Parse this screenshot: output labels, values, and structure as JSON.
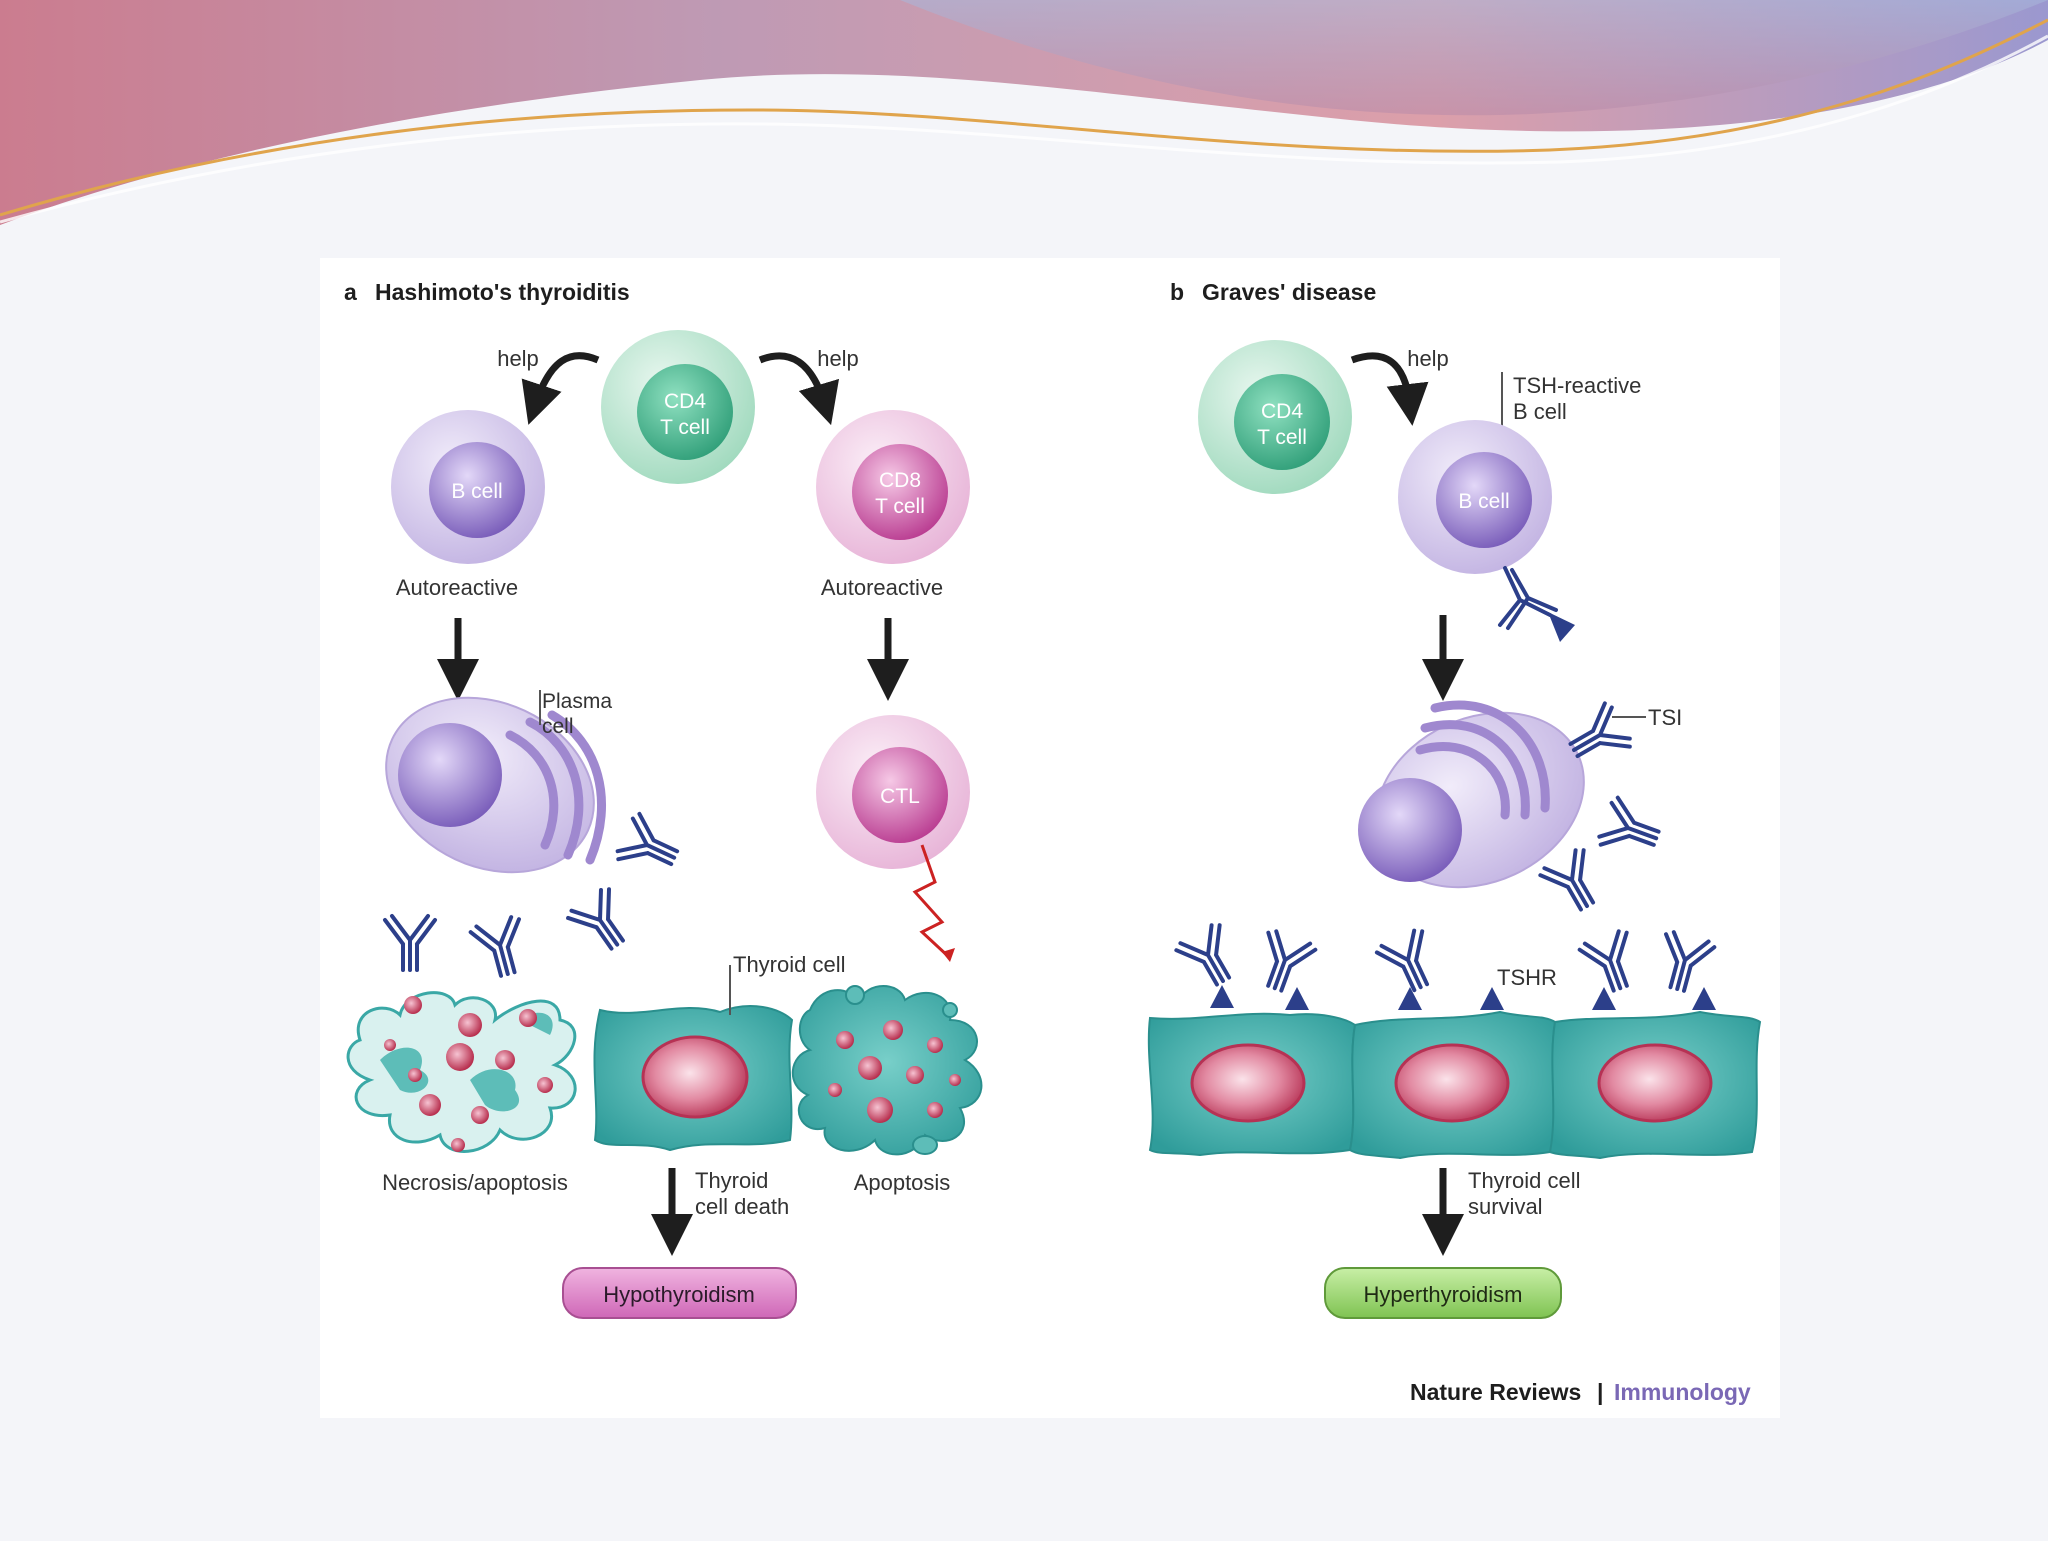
{
  "panel_a": {
    "title_letter": "a",
    "title": "Hashimoto's thyroiditis",
    "help_left": "help",
    "help_right": "help",
    "cd4_line1": "CD4",
    "cd4_line2": "T cell",
    "b_cell": "B cell",
    "cd8_line1": "CD8",
    "cd8_line2": "T cell",
    "autoreactive_left": "Autoreactive",
    "autoreactive_right": "Autoreactive",
    "plasma_line1": "Plasma",
    "plasma_line2": "cell",
    "ctl": "CTL",
    "thyroid_cell": "Thyroid cell",
    "necrosis": "Necrosis/apoptosis",
    "apoptosis": "Apoptosis",
    "death_line1": "Thyroid",
    "death_line2": "cell death",
    "outcome": "Hypothyroidism"
  },
  "panel_b": {
    "title_letter": "b",
    "title": "Graves' disease",
    "help": "help",
    "cd4_line1": "CD4",
    "cd4_line2": "T cell",
    "tsh_line1": "TSH-reactive",
    "tsh_line2": "B cell",
    "b_cell": "B cell",
    "tsi": "TSI",
    "tshr": "TSHR",
    "survival_line1": "Thyroid cell",
    "survival_line2": "survival",
    "outcome": "Hyperthyroidism"
  },
  "credit": {
    "journal": "Nature Reviews",
    "separator": "|",
    "field": "Immunology"
  },
  "colors": {
    "green_cell": "#4fbf9c",
    "purple_cell": "#8e76c4",
    "pink_cell": "#cf5aa8",
    "thyroid_teal": "#3aa8a6",
    "nucleus_red": "#c8405f",
    "antibody_blue": "#2c3f8a",
    "hypo_pink": "#d97ac2",
    "hyper_green": "#8ccf5f",
    "journal_purple": "#7a68b5"
  }
}
